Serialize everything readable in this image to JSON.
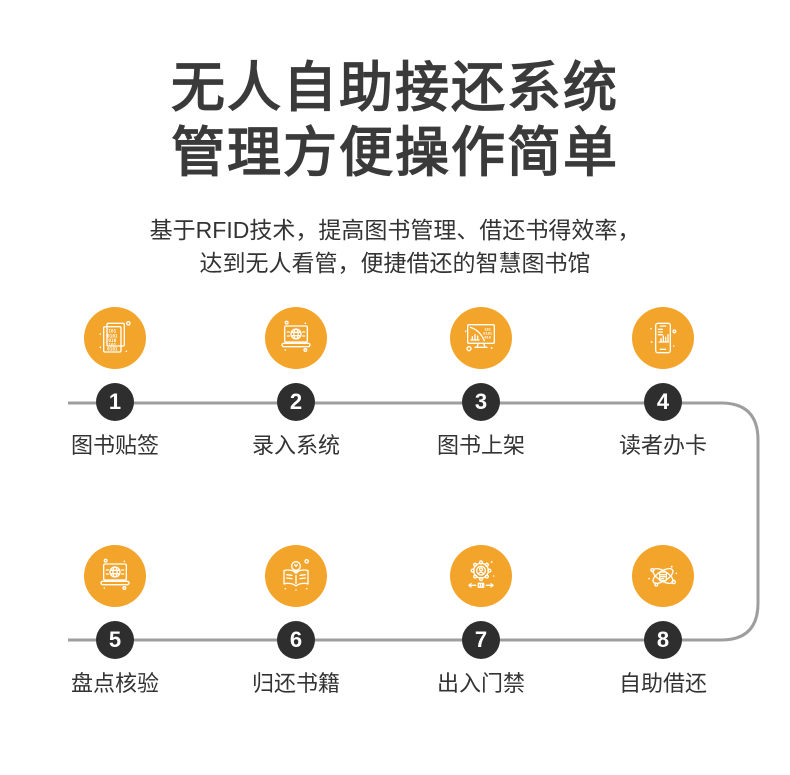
{
  "header": {
    "title_line1": "无人自助接还系统",
    "title_line2": "管理方便操作简单",
    "subtitle_line1": "基于RFID技术，提高图书管理、借还书得效率，",
    "subtitle_line2": "达到无人看管，便捷借还的智慧图书馆"
  },
  "colors": {
    "accent_orange": "#F3A42B",
    "badge_dark": "#2E2E2E",
    "connector_gray": "#9E9E9E",
    "title_text": "#3A3A3A",
    "body_text": "#333333",
    "background": "#FFFFFF"
  },
  "icon_art": {
    "binary_doc_lines": [
      "101",
      "0101",
      "010",
      "101",
      "0101"
    ],
    "monitor_binary_lines": [
      "101",
      "0101",
      "010"
    ]
  },
  "steps": [
    {
      "number": "1",
      "label": "图书贴签",
      "icon": "binary-document-icon"
    },
    {
      "number": "2",
      "label": "录入系统",
      "icon": "laptop-globe-icon"
    },
    {
      "number": "3",
      "label": "图书上架",
      "icon": "monitor-data-icon"
    },
    {
      "number": "4",
      "label": "读者办卡",
      "icon": "phone-chart-icon"
    },
    {
      "number": "5",
      "label": "盘点核验",
      "icon": "laptop-globe-icon"
    },
    {
      "number": "6",
      "label": "归还书籍",
      "icon": "book-bulb-icon"
    },
    {
      "number": "7",
      "label": "出入门禁",
      "icon": "gear-person-icon"
    },
    {
      "number": "8",
      "label": "自助借还",
      "icon": "atom-orbit-icon"
    }
  ]
}
